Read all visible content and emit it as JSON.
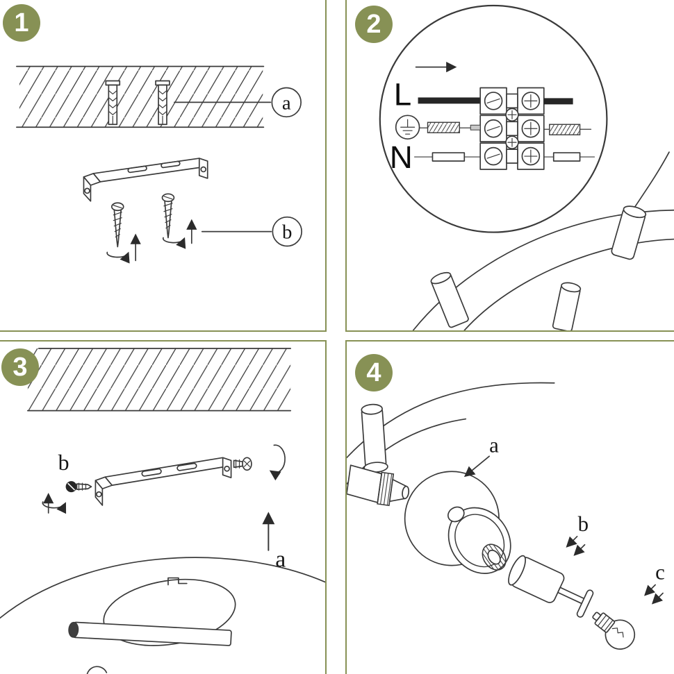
{
  "meta": {
    "accent_color": "#879155",
    "ink_color": "#3a3a3a",
    "background_color": "#ffffff"
  },
  "icons": {
    "earth": "earth-ground-symbol",
    "direction_arrow": "right-arrow",
    "rotation": "screw-rotation-arrow",
    "lift": "up-arrow"
  },
  "panels": {
    "step1": {
      "number": "1",
      "callouts": {
        "a": "a",
        "b": "b"
      }
    },
    "step2": {
      "number": "2",
      "terminals": {
        "live": "L",
        "neutral": "N"
      }
    },
    "step3": {
      "number": "3",
      "callouts": {
        "a": "a",
        "b": "b"
      }
    },
    "step4": {
      "number": "4",
      "callouts": {
        "a": "a",
        "b": "b",
        "c": "c"
      }
    }
  }
}
